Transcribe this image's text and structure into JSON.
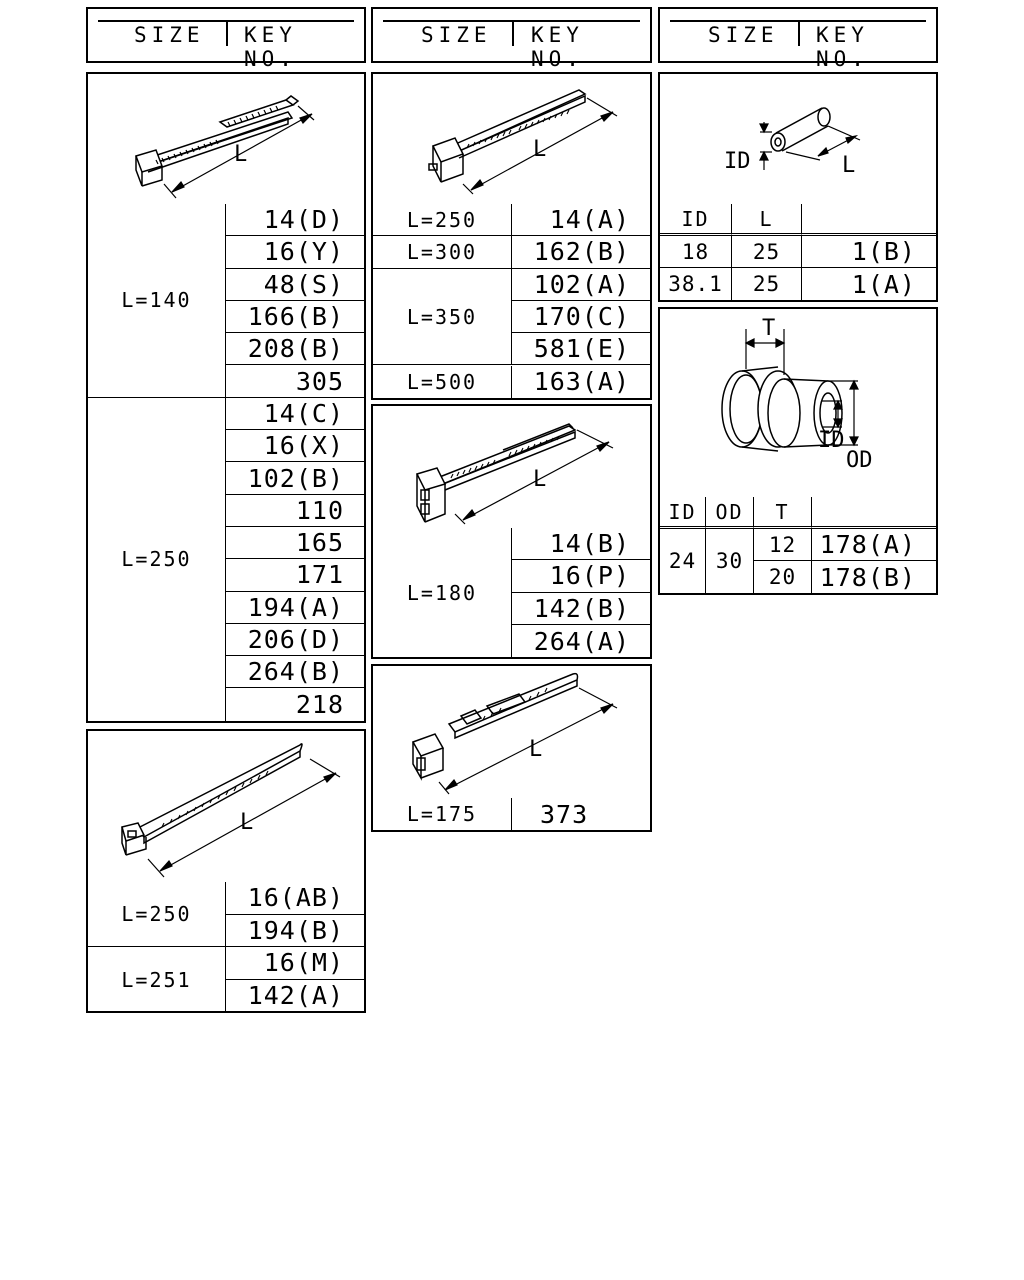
{
  "headers": [
    {
      "size": "SIZE",
      "key": "KEY NO."
    },
    {
      "size": "SIZE",
      "key": "KEY NO."
    },
    {
      "size": "SIZE",
      "key": "KEY NO."
    }
  ],
  "labels": {
    "length": "L",
    "id": "ID",
    "od": "OD",
    "t": "T"
  },
  "tie_140_250": {
    "groups": [
      {
        "size": "L=140",
        "keys": [
          "14(D)",
          "16(Y)",
          "48(S)",
          "166(B)",
          "208(B)",
          "305"
        ]
      },
      {
        "size": "L=250",
        "keys": [
          "14(C)",
          "16(X)",
          "102(B)",
          "110",
          "165",
          "171",
          "194(A)",
          "206(D)",
          "264(B)",
          "218"
        ]
      }
    ]
  },
  "tie_plain": {
    "groups": [
      {
        "size": "L=250",
        "keys": [
          "16(AB)",
          "194(B)"
        ]
      },
      {
        "size": "L=251",
        "keys": [
          "16(M)",
          "142(A)"
        ]
      }
    ]
  },
  "tie_mount": {
    "groups": [
      {
        "size": "L=250",
        "keys": [
          "14(A)"
        ]
      },
      {
        "size": "L=300",
        "keys": [
          "162(B)"
        ]
      },
      {
        "size": "L=350",
        "keys": [
          "102(A)",
          "170(C)",
          "581(E)"
        ]
      },
      {
        "size": "L=500",
        "keys": [
          "163(A)"
        ]
      }
    ]
  },
  "tie_180": {
    "groups": [
      {
        "size": "L=180",
        "keys": [
          "14(B)",
          "16(P)",
          "142(B)",
          "264(A)"
        ]
      }
    ]
  },
  "tie_175": {
    "groups": [
      {
        "size": "L=175",
        "keys": [
          "373"
        ]
      }
    ]
  },
  "tube": {
    "headers": [
      "ID",
      "L",
      ""
    ],
    "rows": [
      {
        "id": "18",
        "l": "25",
        "key": "1(B)"
      },
      {
        "id": "38.1",
        "l": "25",
        "key": "1(A)"
      }
    ]
  },
  "grommet": {
    "headers": [
      "ID",
      "OD",
      "T",
      ""
    ],
    "id": "24",
    "od": "30",
    "rows": [
      {
        "t": "12",
        "key": "178(A)"
      },
      {
        "t": "20",
        "key": "178(B)"
      }
    ]
  }
}
